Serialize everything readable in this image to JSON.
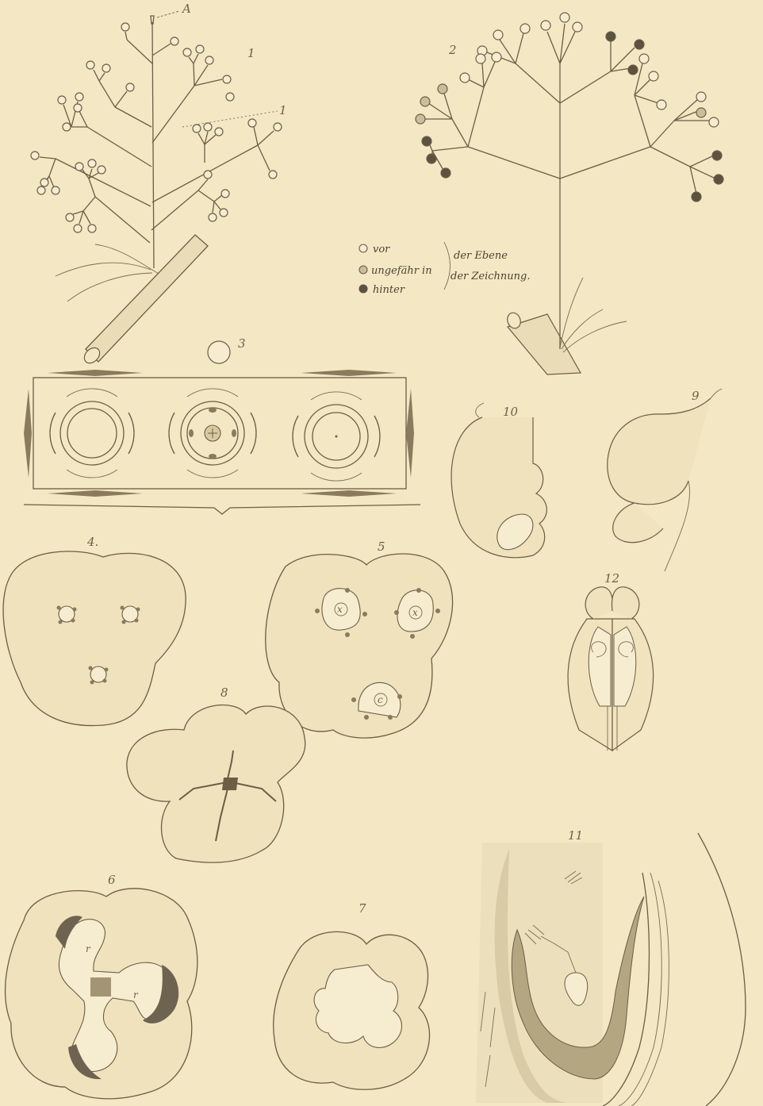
{
  "colors": {
    "paper": "#f3e7c4",
    "ink": "#6b5e45",
    "flower_front": "#f6ecd0",
    "flower_middle": "#c9bd9b",
    "flower_behind": "#5c5240",
    "shade": "#8a7b5c"
  },
  "figures": {
    "fig1": {
      "number": "1",
      "label_a": "A",
      "label_1": "1"
    },
    "fig2": {
      "number": "2"
    },
    "fig3": {
      "number": "3"
    },
    "fig4": {
      "number": "4."
    },
    "fig5": {
      "number": "5",
      "mark": "x",
      "mark2": "x",
      "mark3": "c"
    },
    "fig6": {
      "number": "6",
      "mark": "r",
      "mark2": "r"
    },
    "fig7": {
      "number": "7"
    },
    "fig8": {
      "number": "8"
    },
    "fig9": {
      "number": "9"
    },
    "fig10": {
      "number": "10"
    },
    "fig11": {
      "number": "11"
    },
    "fig12": {
      "number": "12"
    }
  },
  "legend": {
    "front": "vor",
    "middle": "ungefähr in",
    "behind": "hinter",
    "plane_1": "der Ebene",
    "plane_2": "der Zeichnung."
  }
}
